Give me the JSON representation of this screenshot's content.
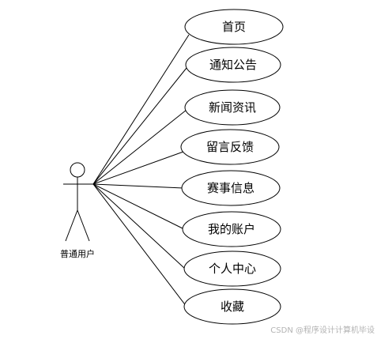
{
  "diagram": {
    "type": "use-case",
    "actor": {
      "label": "普通用户"
    },
    "use_cases": [
      {
        "label": "首页"
      },
      {
        "label": "通知公告"
      },
      {
        "label": "新闻资讯"
      },
      {
        "label": "留言反馈"
      },
      {
        "label": "赛事信息"
      },
      {
        "label": "我的账户"
      },
      {
        "label": "个人中心"
      },
      {
        "label": "收藏"
      }
    ]
  },
  "watermark": "CSDN @程序设计计算机毕设"
}
